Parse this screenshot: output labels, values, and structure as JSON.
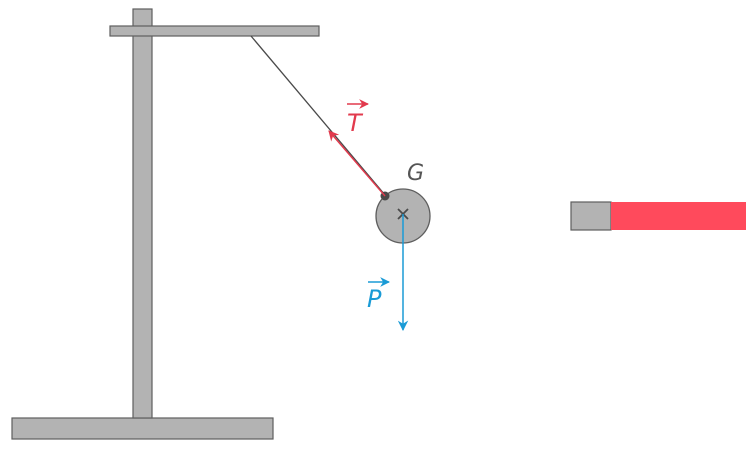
{
  "labels": {
    "tension": "T",
    "weight": "P",
    "center_of_gravity": "G"
  },
  "colors": {
    "structure": "#b3b3b3",
    "outline": "#5e5e5e",
    "string": "#4a4a4a",
    "tension_vector": "#e23a4d",
    "weight_vector": "#1a9bd6",
    "magnet_pole": "#ff4a5c",
    "ball": "#b3b3b3",
    "label_gray": "#555555"
  }
}
